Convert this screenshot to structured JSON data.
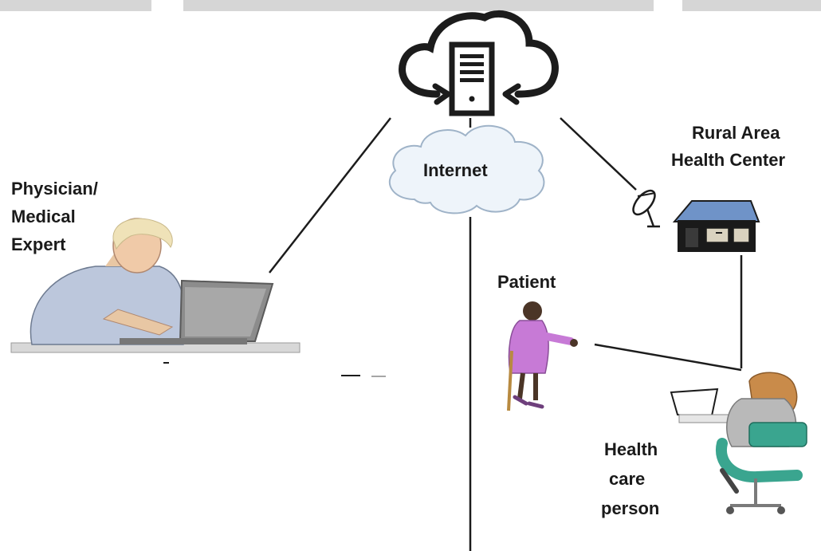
{
  "diagram": {
    "internet_label": "Internet",
    "physician_label_lines": [
      "Physician/",
      "Medical",
      "Expert"
    ],
    "rural_label_lines": [
      "Rural Area",
      "Health Center"
    ],
    "patient_label": "Patient",
    "health_care_label_lines": [
      "Health",
      "care",
      "person"
    ]
  },
  "colors": {
    "line": "#1c1c1c",
    "cloud_fill": "#eef4fa",
    "cloud_stroke": "#9fb3c8",
    "patient_dress": "#c77ad6",
    "chair": "#3aa58f",
    "laptop": "#8c8c8c"
  }
}
